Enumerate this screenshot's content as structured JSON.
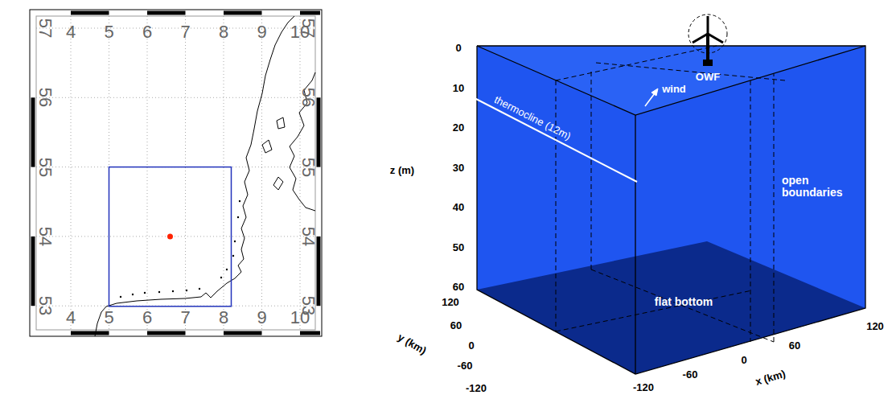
{
  "diagram": {
    "labels": [
      "4",
      "5",
      "6",
      "7",
      "8",
      "9",
      "10",
      "4",
      "5",
      "6",
      "7",
      "8",
      "9",
      "10",
      "57",
      "56",
      "55",
      "54",
      "53",
      "57",
      "56",
      "55",
      "54",
      "53",
      "0",
      "10",
      "20",
      "30",
      "40",
      "50",
      "60",
      "z (m)",
      "120",
      "60",
      "0",
      "-60",
      "-120",
      "y (km)",
      "-120",
      "-60",
      "0",
      "60",
      "120",
      "x (km)",
      "thermocline (12m)",
      "wind",
      "OWF",
      "open boundaries",
      "flat bottom"
    ]
  }
}
